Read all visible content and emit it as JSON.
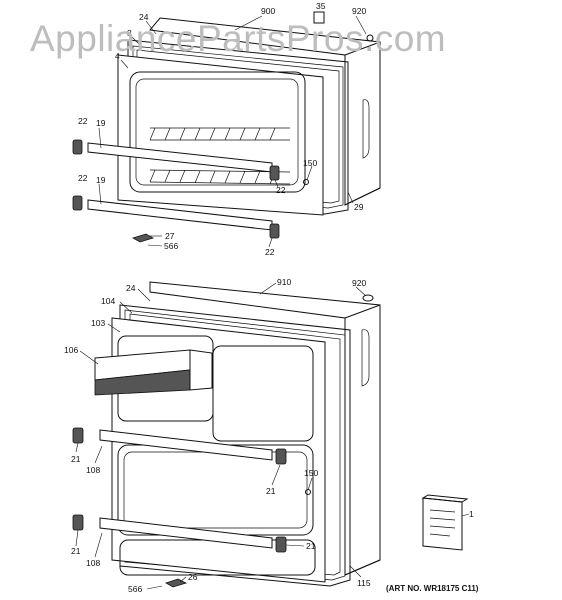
{
  "watermark": "AppliancePartsPros.com",
  "art_number": "(ART NO. WR18175 C11)",
  "upper_door": {
    "callouts": {
      "c900": "900",
      "c35": "35",
      "c920": "920",
      "c24": "24",
      "c3": "3",
      "c4": "4",
      "c22_a": "22",
      "c19_a": "19",
      "c22_b": "22",
      "c19_b": "19",
      "c150": "150",
      "c22_c": "22",
      "c29": "29",
      "c27": "27",
      "c566": "566",
      "c22_d": "22"
    }
  },
  "lower_door": {
    "callouts": {
      "c910": "910",
      "c920": "920",
      "c24": "24",
      "c104": "104",
      "c103": "103",
      "c106": "106",
      "c21_a": "21",
      "c108_a": "108",
      "c21_b": "21",
      "c150": "150",
      "c21_c": "21",
      "c108_b": "108",
      "c21_d": "21",
      "c115": "115",
      "c1": "1",
      "c566": "566",
      "c26": "26"
    }
  }
}
